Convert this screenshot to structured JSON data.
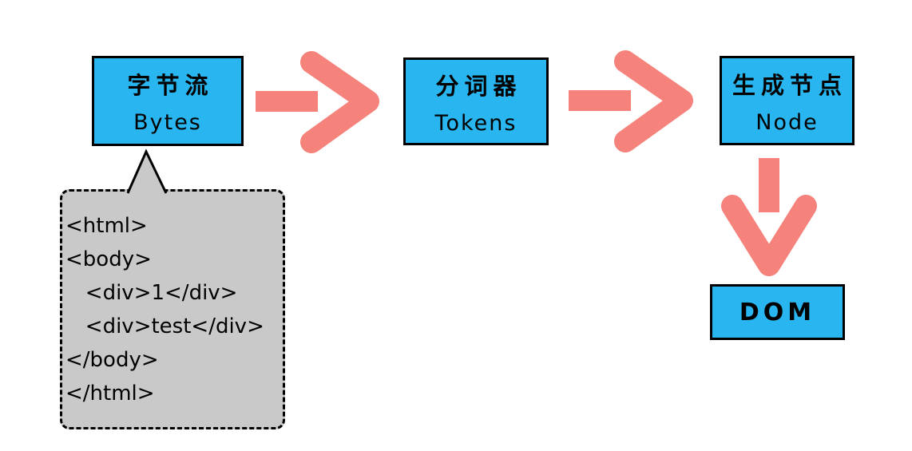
{
  "nodes": [
    {
      "id": "bytes",
      "label_zh": "字节流",
      "label_en": "Bytes"
    },
    {
      "id": "tokens",
      "label_zh": "分词器",
      "label_en": "Tokens"
    },
    {
      "id": "node",
      "label_zh": "生成节点",
      "label_en": "Node"
    },
    {
      "id": "dom",
      "label_en": "DOM"
    }
  ],
  "arrows": [
    {
      "id": "bytes-to-tokens",
      "direction": "right"
    },
    {
      "id": "tokens-to-node",
      "direction": "right"
    },
    {
      "id": "node-to-dom",
      "direction": "down"
    }
  ],
  "callout": {
    "attached_to": "bytes",
    "code_lines": [
      "<html>",
      "<body>",
      "   <div>1</div>",
      "   <div>test</div>",
      "</body>",
      "</html>"
    ]
  },
  "colors": {
    "node_fill": "#29B6F0",
    "node_border": "#000000",
    "arrow": "#F5837C",
    "callout_fill": "#C9C9C9",
    "callout_border": "#000000",
    "text": "#000000",
    "background": "#FFFFFF"
  }
}
